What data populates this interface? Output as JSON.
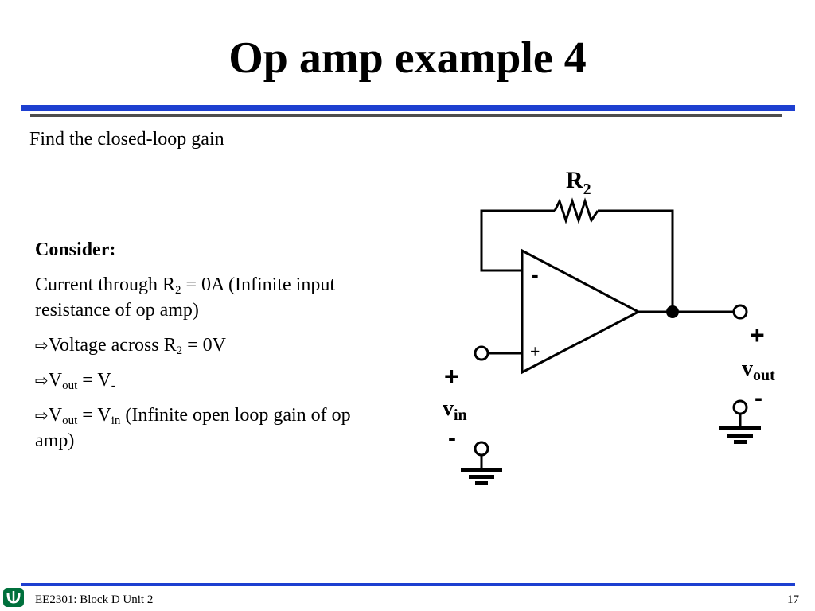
{
  "slide": {
    "title": "Op amp example 4",
    "subtitle": "Find the closed-loop gain",
    "heading": "Consider:",
    "p1": {
      "a": "Current through R",
      "sub": "2",
      "b": " = 0A (Infinite input resistance of op amp)"
    },
    "p2": {
      "arrow": "⇨",
      "a": "Voltage across R",
      "sub": "2",
      "b": " = 0V"
    },
    "p3": {
      "arrow": "⇨",
      "a": "V",
      "sub1": "out",
      "b": " = V",
      "sub2": "-"
    },
    "p4": {
      "arrow": "⇨",
      "a": "V",
      "sub1": "out",
      "b": " = V",
      "sub2": "in",
      "c": " (Infinite open loop gain of op amp)"
    }
  },
  "circuit": {
    "r2_label": "R",
    "r2_sub": "2",
    "minus_input": "-",
    "plus_input": "+",
    "vin_label": "v",
    "vin_sub": "in",
    "vout_label": "v",
    "vout_sub": "out",
    "vin_plus": "+",
    "vin_minus": "-",
    "vout_plus": "+",
    "vout_minus": "-"
  },
  "footer": {
    "course": "EE2301: Block D Unit 2",
    "page": "17"
  },
  "colors": {
    "accent_blue": "#1d3fd0",
    "rule_gray": "#4d4d4d",
    "logo_green": "#00703c"
  }
}
